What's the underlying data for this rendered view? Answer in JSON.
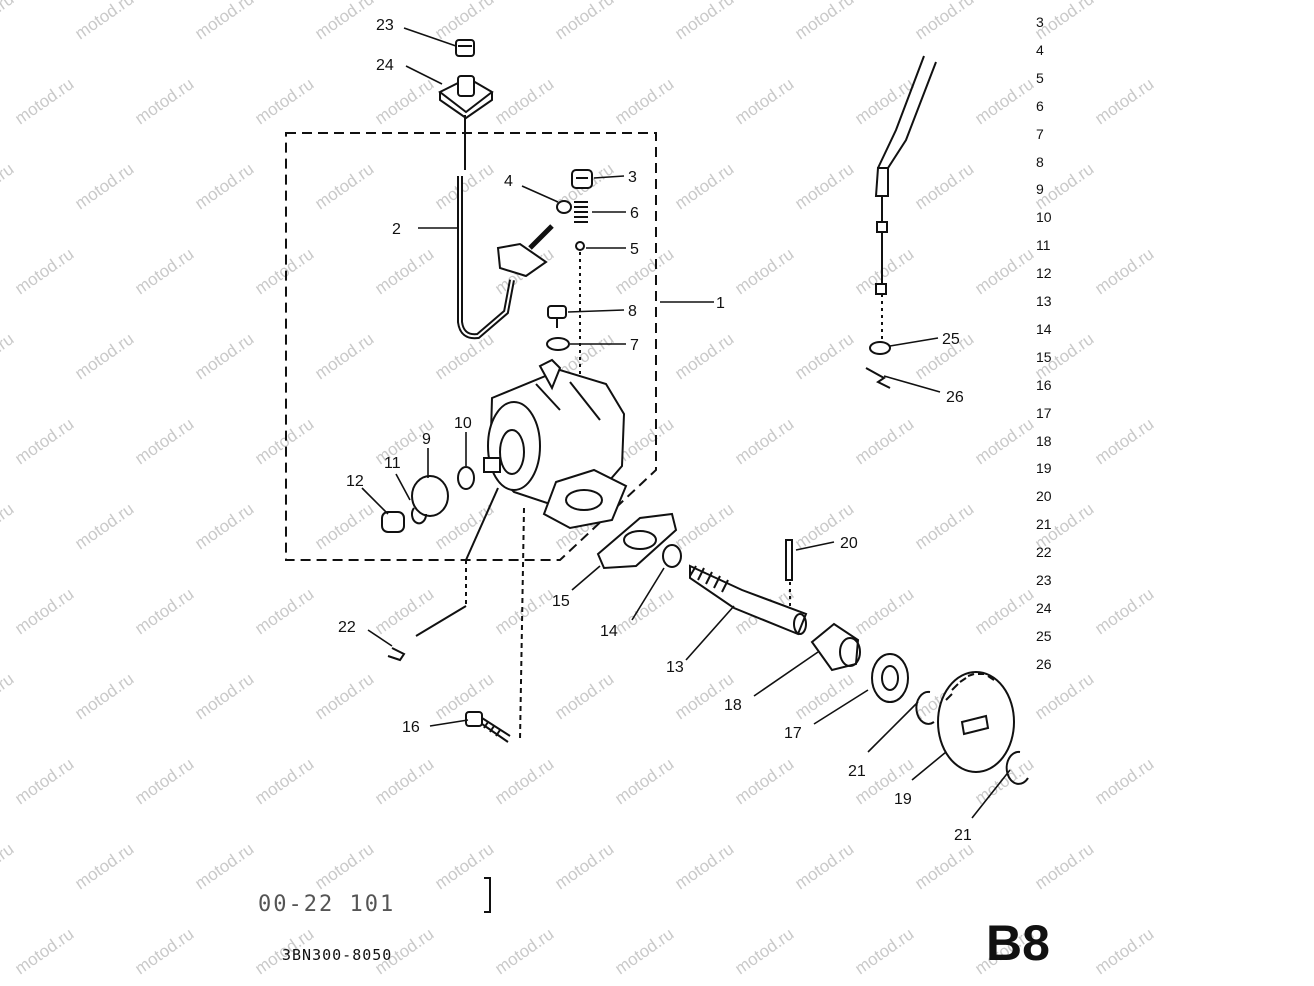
{
  "watermark": "motod.ru",
  "callouts": {
    "c1": "1",
    "c2": "2",
    "c3": "3",
    "c4": "4",
    "c5": "5",
    "c6": "6",
    "c7": "7",
    "c8": "8",
    "c9": "9",
    "c10": "10",
    "c11": "11",
    "c12": "12",
    "c13": "13",
    "c14": "14",
    "c15": "15",
    "c16": "16",
    "c17": "17",
    "c18": "18",
    "c19": "19",
    "c20": "20",
    "c21a": "21",
    "c21b": "21",
    "c22": "22",
    "c23": "23",
    "c24": "24",
    "c25": "25",
    "c26": "26"
  },
  "row_numbers": [
    "3",
    "4",
    "5",
    "6",
    "7",
    "8",
    "9",
    "10",
    "11",
    "12",
    "13",
    "14",
    "15",
    "16",
    "17",
    "18",
    "19",
    "20",
    "21",
    "22",
    "23",
    "24",
    "25",
    "26"
  ],
  "footer": {
    "stamp": "00-22 101",
    "part_code": "3BN300-8050",
    "page_id": "B8"
  }
}
